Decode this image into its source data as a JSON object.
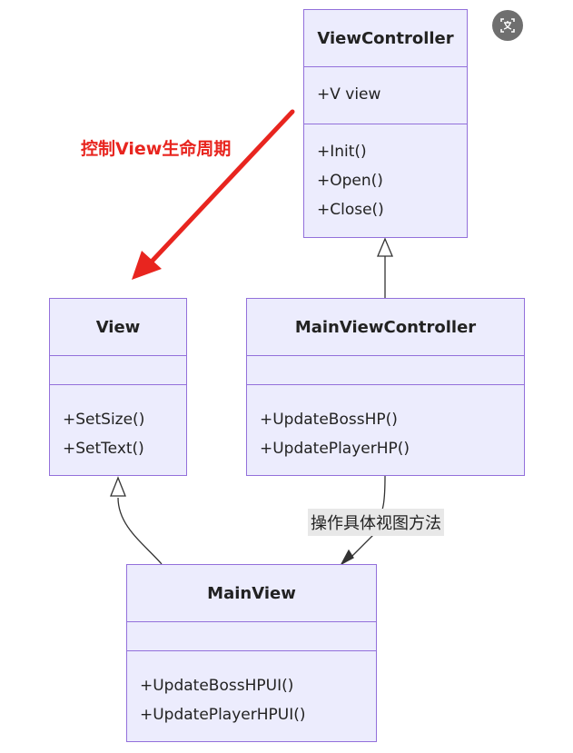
{
  "classes": {
    "view_controller": {
      "name": "ViewController",
      "fields": [
        "+V view"
      ],
      "methods": [
        "+Init()",
        "+Open()",
        "+Close()"
      ]
    },
    "view": {
      "name": "View",
      "fields": [],
      "methods": [
        "+SetSize()",
        "+SetText()"
      ]
    },
    "main_view_controller": {
      "name": "MainViewController",
      "fields": [],
      "methods": [
        "+UpdateBossHP()",
        "+UpdatePlayerHP()"
      ]
    },
    "main_view": {
      "name": "MainView",
      "fields": [],
      "methods": [
        "+UpdateBossHPUI()",
        "+UpdatePlayerHPUI()"
      ]
    }
  },
  "edges": {
    "association_label": "操作具体视图方法",
    "annotation": "控制View生命周期"
  },
  "colors": {
    "class_fill": "#ececfd",
    "class_border": "#9370db",
    "annotation_arrow": "#e8251f",
    "edge_line": "#333333"
  },
  "close_icon": "translate-close-icon"
}
